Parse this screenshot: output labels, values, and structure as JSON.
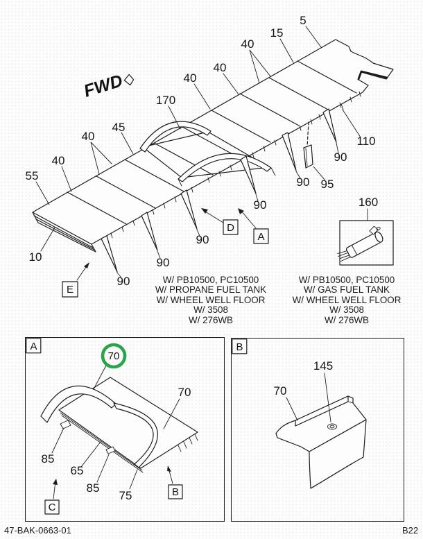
{
  "page": {
    "footer_left": "47-BAK-0663-01",
    "footer_right": "B22"
  },
  "colors": {
    "line": "#1c1c1c",
    "highlight_green": "#2aa44c",
    "paper": "#fdfdfd"
  },
  "main_diagram": {
    "fwd_label": "FWD",
    "callouts": [
      {
        "label": "5"
      },
      {
        "label": "15"
      },
      {
        "label": "40"
      },
      {
        "label": "40"
      },
      {
        "label": "40"
      },
      {
        "label": "170"
      },
      {
        "label": "45"
      },
      {
        "label": "40"
      },
      {
        "label": "40"
      },
      {
        "label": "55"
      },
      {
        "label": "10"
      },
      {
        "label": "90"
      },
      {
        "label": "90"
      },
      {
        "label": "90"
      },
      {
        "label": "90"
      },
      {
        "label": "90"
      },
      {
        "label": "95"
      },
      {
        "label": "90"
      },
      {
        "label": "110"
      },
      {
        "label": "160"
      }
    ],
    "reference_markers": [
      {
        "label": "E"
      },
      {
        "label": "D"
      },
      {
        "label": "A"
      }
    ],
    "variant_notes_left": [
      "W/ PB10500, PC10500",
      "W/ PROPANE FUEL TANK",
      "W/ WHEEL WELL FLOOR",
      "W/ 3508",
      "W/ 276WB"
    ],
    "variant_notes_right": [
      "W/ PB10500, PC10500",
      "W/ GAS FUEL TANK",
      "W/ WHEEL WELL FLOOR",
      "W/ 3508",
      "W/ 276WB"
    ]
  },
  "panel_a": {
    "corner_label": "A",
    "callouts": [
      {
        "label": "70",
        "highlighted": true
      },
      {
        "label": "70"
      },
      {
        "label": "85"
      },
      {
        "label": "65"
      },
      {
        "label": "85"
      },
      {
        "label": "75"
      }
    ],
    "reference_markers": [
      {
        "label": "C"
      },
      {
        "label": "B"
      }
    ]
  },
  "panel_b": {
    "corner_label": "B",
    "callouts": [
      {
        "label": "145"
      },
      {
        "label": "70"
      }
    ]
  }
}
